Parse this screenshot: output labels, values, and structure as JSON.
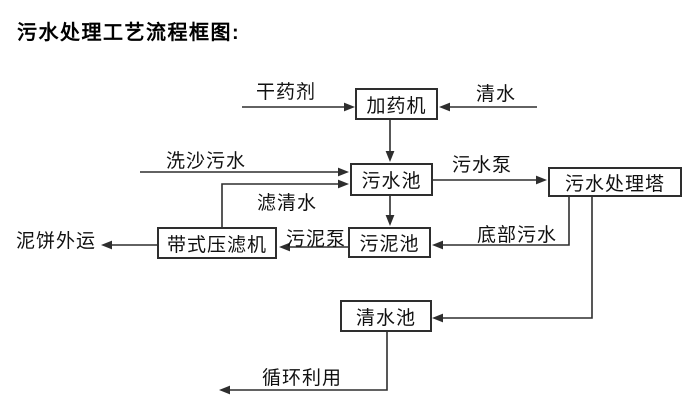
{
  "title": "污水处理工艺流程框图:",
  "nodes": {
    "dosing_machine": "加药机",
    "sewage_pool": "污水池",
    "treatment_tower": "污水处理塔",
    "sludge_pool": "污泥池",
    "belt_filter_press": "带式压滤机",
    "clean_water_pool": "清水池"
  },
  "flow_labels": {
    "dry_agent": "干药剂",
    "clean_water": "清水",
    "sand_washing_sewage": "洗沙污水",
    "sewage_pump": "污水泵",
    "filtered_water": "滤清水",
    "sludge_pump": "污泥泵",
    "bottom_sewage": "底部污水",
    "mud_cake_outbound": "泥饼外运",
    "recycling": "循环利用"
  },
  "colors": {
    "line": "#2e2e2e",
    "text": "#111111",
    "background": "#ffffff"
  }
}
